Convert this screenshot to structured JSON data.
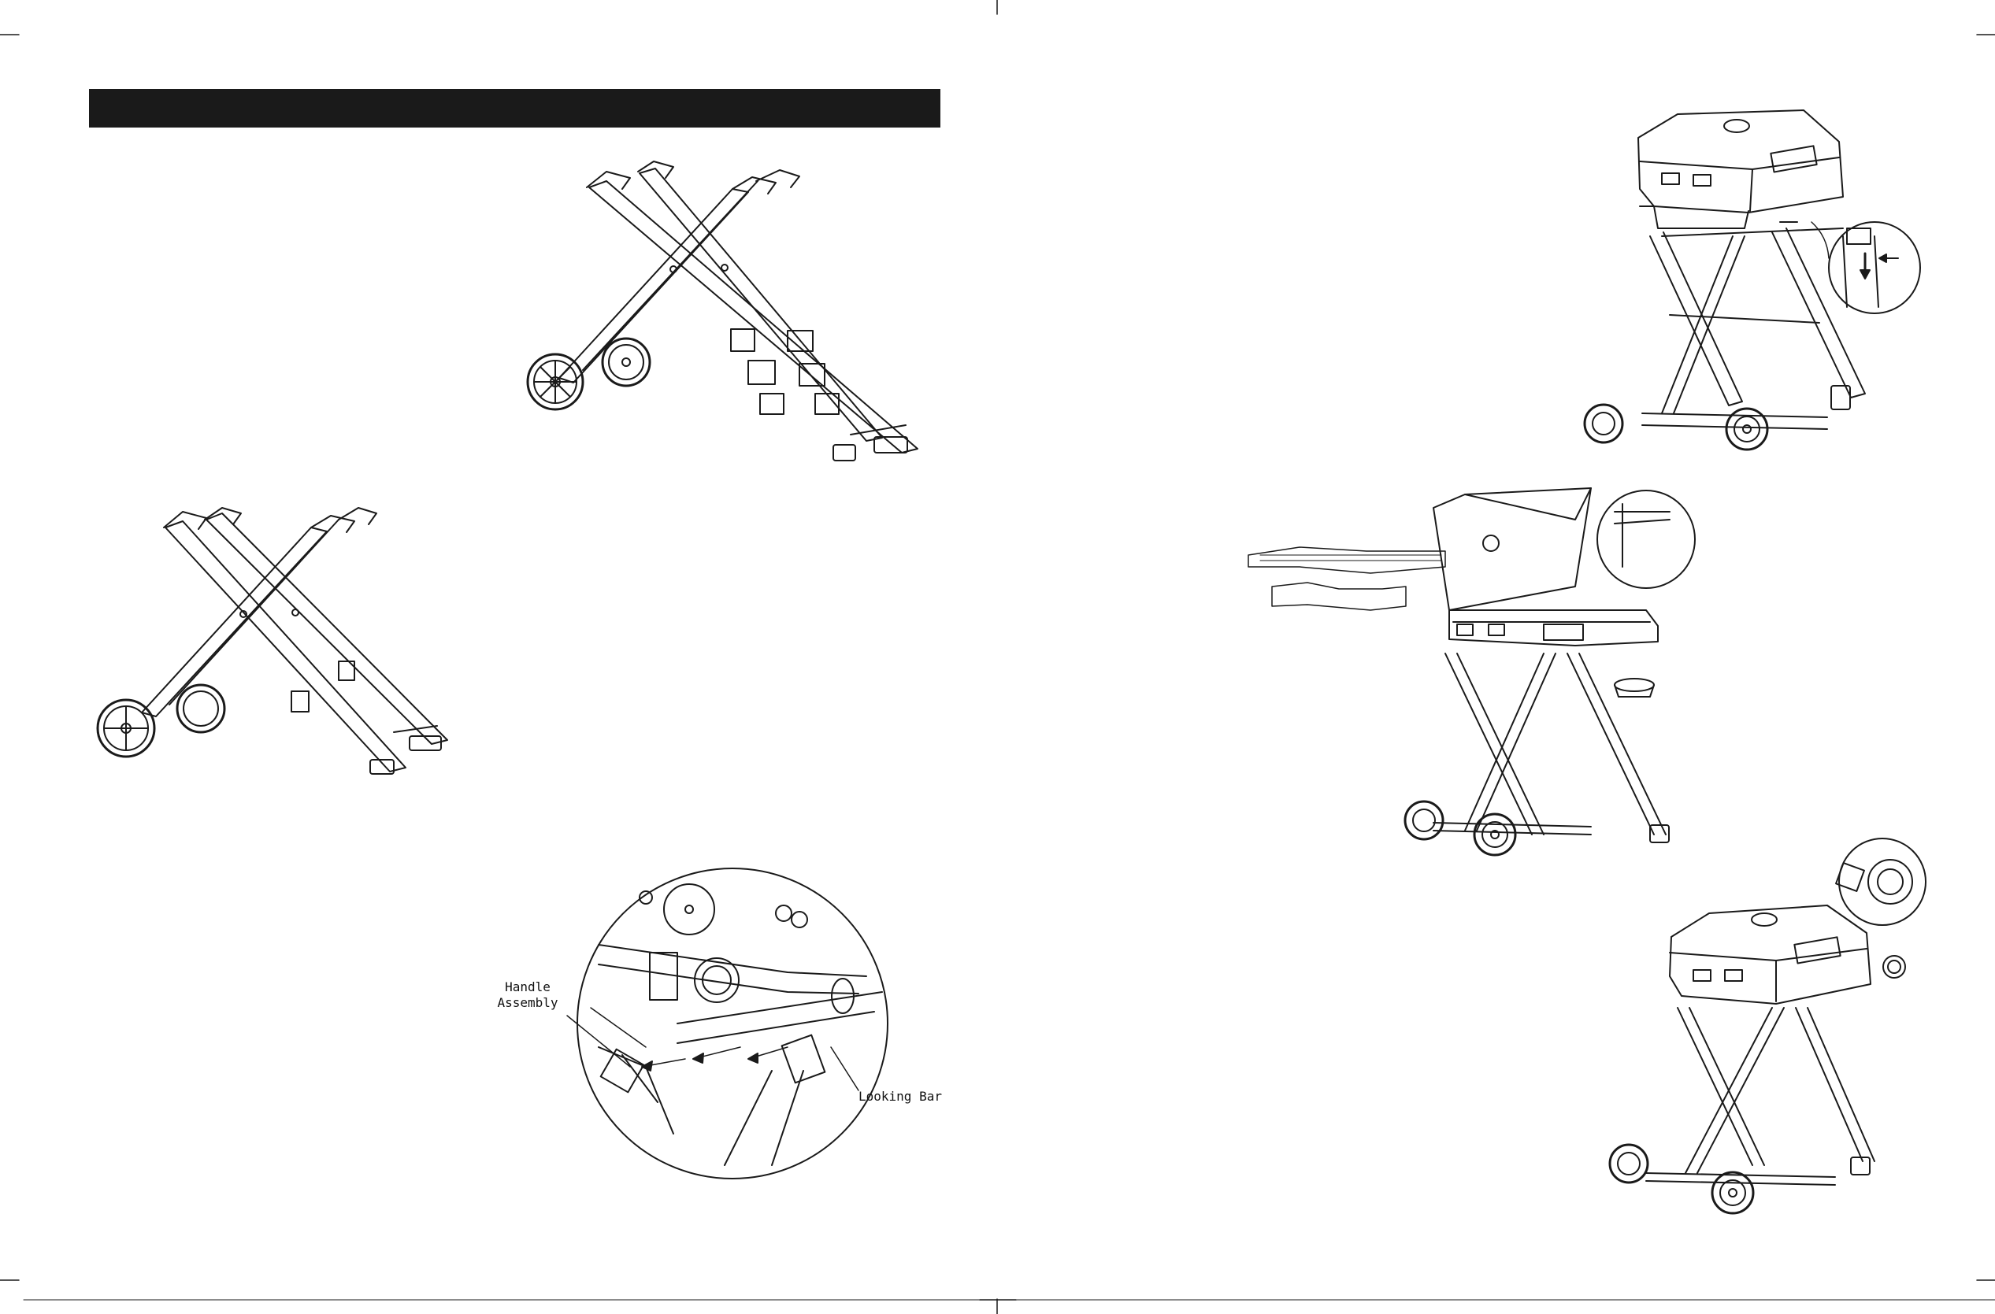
{
  "labels": {
    "handle_assembly_line1": "Handle",
    "handle_assembly_line2": "Assembly",
    "locking_bar": "Looking Bar"
  },
  "figures": [
    {
      "name": "frame-with-brackets"
    },
    {
      "name": "frame-assembled"
    },
    {
      "name": "handle-detail"
    },
    {
      "name": "grill-mounting"
    },
    {
      "name": "grill-open-grates"
    },
    {
      "name": "grill-knob"
    }
  ],
  "colors": {
    "ink": "#1a1a1a",
    "header_bar": "#1a1a1a"
  }
}
